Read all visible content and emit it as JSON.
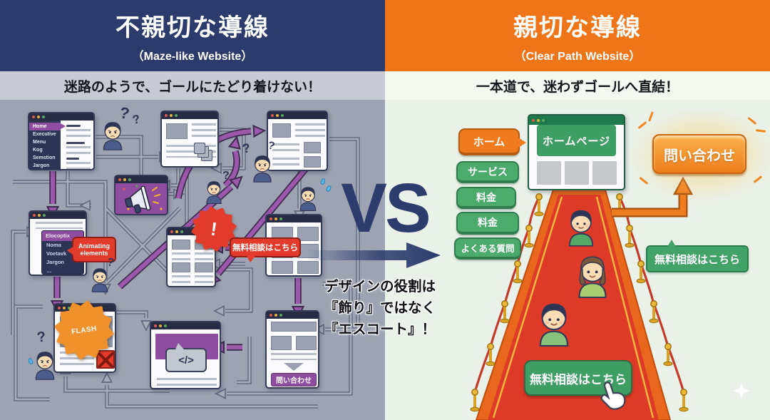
{
  "left": {
    "title": "不親切な導線",
    "subtitle": "（Maze-like Website）",
    "tagline": "迷路のようで、ゴールにたどり着けない！",
    "nav_window": {
      "items": [
        "Home",
        "Executive",
        "Menu",
        "Kog",
        "Semstion",
        "Jargon"
      ]
    },
    "dropdown_window": {
      "header": "Elocoptix",
      "items": [
        "Noma",
        "Voetavk",
        "Jargon",
        "…"
      ]
    },
    "animating_bubble": "Animating elements",
    "consult_bubble": "無料相談はこちら",
    "flash_badge": "FLASH",
    "alert_mark": "!",
    "code_snippet": "</>",
    "contact_button": "問い合わせ",
    "question_mark": "?"
  },
  "center": {
    "vs": "VS",
    "tagline_line1": "デザインの役割は",
    "tagline_line2": "『飾り』ではなく",
    "tagline_line3": "『エスコート』！"
  },
  "right": {
    "title": "親切な導線",
    "subtitle": "（Clear Path Website）",
    "tagline": "一本道で、迷わずゴールへ直結！",
    "menu": [
      "ホーム",
      "サービス",
      "料金",
      "料金",
      "よくある質問"
    ],
    "homepage_banner": "ホームページ",
    "contact_button": "問い合わせ",
    "consult_bubble": "無料相談はこちら",
    "consult_button": "無料相談はこちら"
  },
  "colors": {
    "left_header": "#2b3b6b",
    "right_header": "#ee7518",
    "maze_bg": "#9da3b2",
    "clear_bg": "#e9f1e9",
    "purple_arrow": "#9c59ab",
    "alert_red": "#e23a2b",
    "cta_orange": "#ee7d1f",
    "button_green": "#4cab6c",
    "carpet_red": "#dd3b27",
    "vs_navy": "#2b3c6d"
  }
}
